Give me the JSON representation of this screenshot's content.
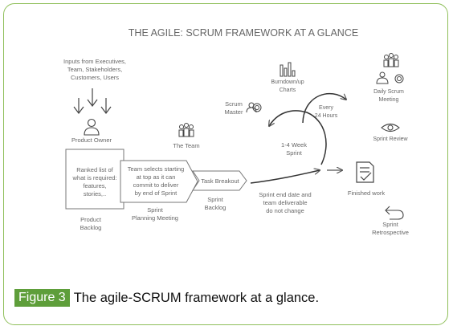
{
  "title": "THE AGILE: SCRUM FRAMEWORK AT A GLANCE",
  "inputs": [
    "Inputs from Executives,",
    "Team, Stakeholders,",
    "Customers, Users"
  ],
  "product_owner": "Product Owner",
  "the_team": "The Team",
  "scrum_master": [
    "Scrum",
    "Master"
  ],
  "burndown": [
    "Burndown/up",
    "Charts"
  ],
  "daily_scrum": [
    "Daily Scrum",
    "Meeting"
  ],
  "every_24": [
    "Every",
    "24 Hours"
  ],
  "sprint_length": [
    "1-4 Week",
    "Sprint"
  ],
  "sprint_review": "Sprint Review",
  "product_backlog_box": [
    "Ranked list of",
    "what is required:",
    "features,",
    "stories,.."
  ],
  "product_backlog": [
    "Product",
    "Backlog"
  ],
  "planning_box": [
    "Team selects starting",
    "at top as it can",
    "commit to deliver",
    "by end of Sprint"
  ],
  "planning_label": [
    "Sprint",
    "Planning Meeting"
  ],
  "task_breakout": "Task Breakout",
  "sprint_backlog": [
    "Sprint",
    "Backlog"
  ],
  "sprint_end": [
    "Sprint end date and",
    "team deliverable",
    "do not change"
  ],
  "finished_work": "Finished work",
  "retrospective": [
    "Sprint",
    "Retrospective"
  ],
  "caption": {
    "label": "Figure 3",
    "text": "The agile-SCRUM framework at a glance."
  },
  "colors": {
    "border": "#8fbf5a",
    "caption_bg": "#5e9e3a",
    "text": "#666666",
    "title": "#333333"
  }
}
